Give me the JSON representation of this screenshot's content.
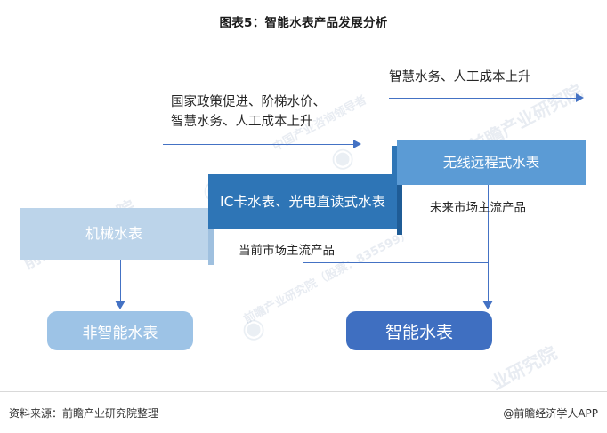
{
  "title": "图表5：智能水表产品发展分析",
  "boxes": {
    "mechanical": "机械水表",
    "ic_card": "IC卡水表、光电直读式水表",
    "wireless": "无线远程式水表",
    "non_smart": "非智能水表",
    "smart": "智能水表"
  },
  "labels": {
    "drivers_left_line1": "国家政策促进、阶梯水价、",
    "drivers_left_line2": "智慧水务、人工成本上升",
    "drivers_top": "智慧水务、人工成本上升",
    "current_mainstream": "当前市场主流产品",
    "future_mainstream": "未来市场主流产品"
  },
  "watermarks": {
    "brand_1": "前瞻产业研究院",
    "brand_2": "前瞻产业研究院",
    "brand_3": "业研究院",
    "brand_4": "前瞻产业研究院（股票：835599）",
    "brand_5": "中国产业咨询领导者",
    "logo_glyph": "◉"
  },
  "footer": {
    "source": "资料来源：前瞻产业研究院整理",
    "account": "@前瞻经济学人APP"
  },
  "colors": {
    "accent_blue": "#4472c4",
    "box_dark_blue": "#2e75b6",
    "box_mid_blue": "#5b9bd5",
    "box_light_blue": "#bcd4ea",
    "rounded_light_blue": "#9dc3e6",
    "rounded_dark_blue": "#3f6fc1"
  }
}
